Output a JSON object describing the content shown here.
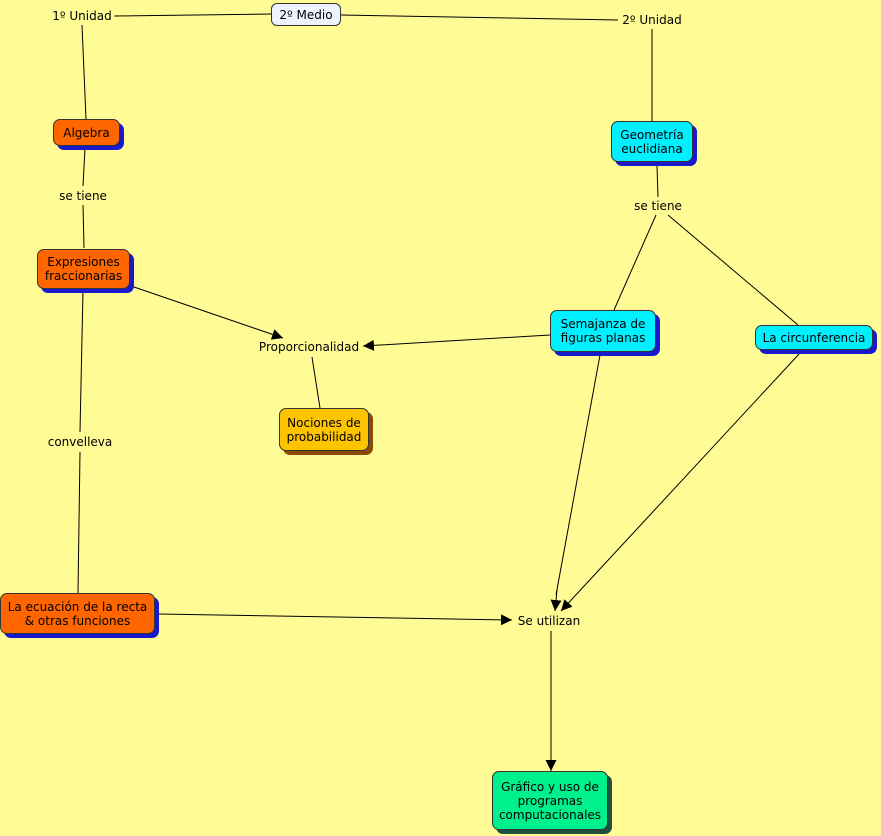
{
  "colors": {
    "background": "#FFFC96",
    "algebra_nodes": "#FF6600",
    "geometry_nodes": "#00F0FF",
    "probability_node": "#FFC400",
    "result_node": "#00F08C",
    "root_node": "#EEF4FF",
    "shadow_blue": "#1A1ACC",
    "shadow_brown": "#8A4A00"
  },
  "nodes": {
    "root": "2º Medio",
    "algebra": "Algebra",
    "expresiones": "Expresiones\nfraccionarias",
    "ecuacion": "La ecuación de la recta\n& otras funciones",
    "geometria": "Geometría\neuclidiana",
    "semejanza": "Semajanza de\nfiguras planas",
    "circunferencia": "La circunferencia",
    "nociones": "Nociones de\nprobabilidad",
    "grafico": "Gráfico y uso de\nprogramas\ncomputacionales"
  },
  "labels": {
    "unidad1": "1º Unidad",
    "unidad2": "2º Unidad",
    "se_tiene_left": "se tiene",
    "se_tiene_right": "se tiene",
    "proporcionalidad": "Proporcionalidad",
    "convelleva": "convelleva",
    "se_utilizan": "Se utilizan"
  }
}
